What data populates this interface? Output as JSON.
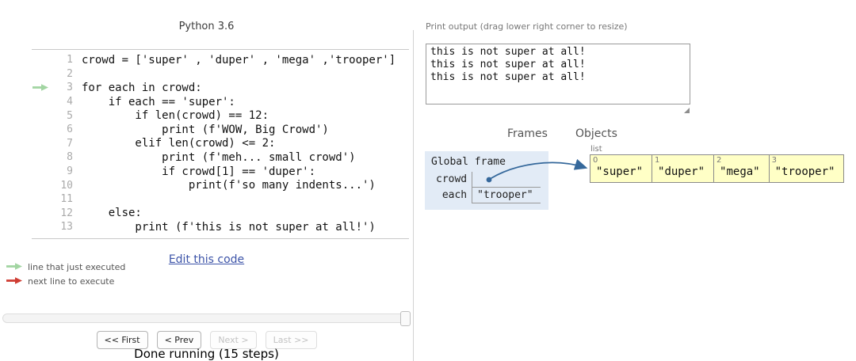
{
  "colors": {
    "executed_arrow": "#a2d5a2",
    "next_arrow": "#cf3d33",
    "pointer_blue": "#35689b",
    "frame_bg": "#e2ebf6",
    "list_cell_bg": "#ffffc6",
    "link_blue": "#3d54a8"
  },
  "left": {
    "lang_version": "Python 3.6",
    "current_line": 3,
    "code_lines": [
      "crowd = ['super' , 'duper' , 'mega' ,'trooper']",
      "",
      "for each in crowd:",
      "    if each == 'super':",
      "        if len(crowd) == 12:",
      "            print (f'WOW, Big Crowd')",
      "        elif len(crowd) <= 2:",
      "            print (f'meh... small crowd')",
      "            if crowd[1] == 'duper':",
      "                print(f'so many indents...')",
      "",
      "    else:",
      "        print (f'this is not super at all!')"
    ],
    "edit_link": "Edit this code",
    "legend": {
      "executed": "line that just executed",
      "next": "next line to execute"
    },
    "controls": {
      "first": "<< First",
      "prev": "< Prev",
      "next": "Next >",
      "last": "Last >>"
    },
    "status": "Done running (15 steps)"
  },
  "right": {
    "print_output": {
      "label": "Print output (drag lower right corner to resize)",
      "text": "this is not super at all!\nthis is not super at all!\nthis is not super at all!"
    },
    "headers": {
      "frames": "Frames",
      "objects": "Objects"
    },
    "global_frame": {
      "title": "Global frame",
      "variables": [
        {
          "name": "crowd",
          "value": "",
          "is_pointer": true
        },
        {
          "name": "each",
          "value": "\"trooper\""
        }
      ]
    },
    "heap": {
      "type_label": "list",
      "cells": [
        {
          "index": "0",
          "value": "\"super\""
        },
        {
          "index": "1",
          "value": "\"duper\""
        },
        {
          "index": "2",
          "value": "\"mega\""
        },
        {
          "index": "3",
          "value": "\"trooper\""
        }
      ]
    }
  }
}
